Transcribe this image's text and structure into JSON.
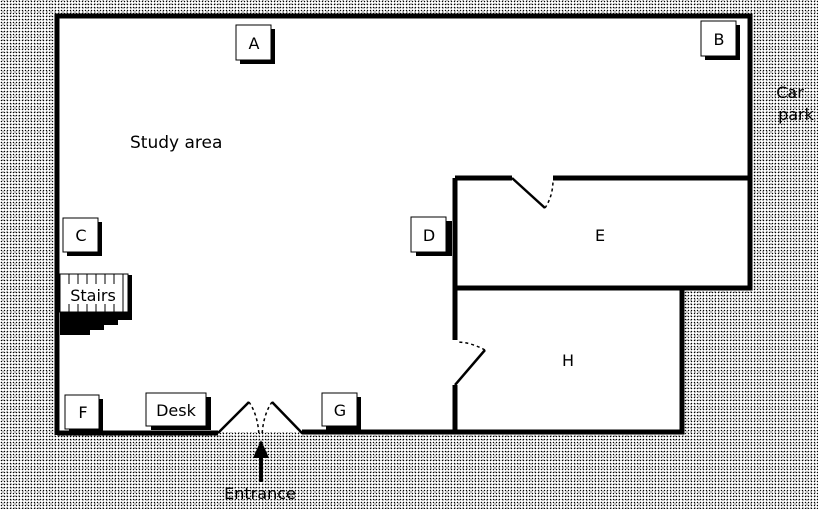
{
  "title_area": "Study area",
  "outside": {
    "car": "Car",
    "park": "park",
    "entrance": "Entrance"
  },
  "locations": {
    "A": "A",
    "B": "B",
    "C": "C",
    "D": "D",
    "E": "E",
    "F": "F",
    "G": "G",
    "H": "H"
  },
  "features": {
    "stairs": "Stairs",
    "desk": "Desk"
  }
}
